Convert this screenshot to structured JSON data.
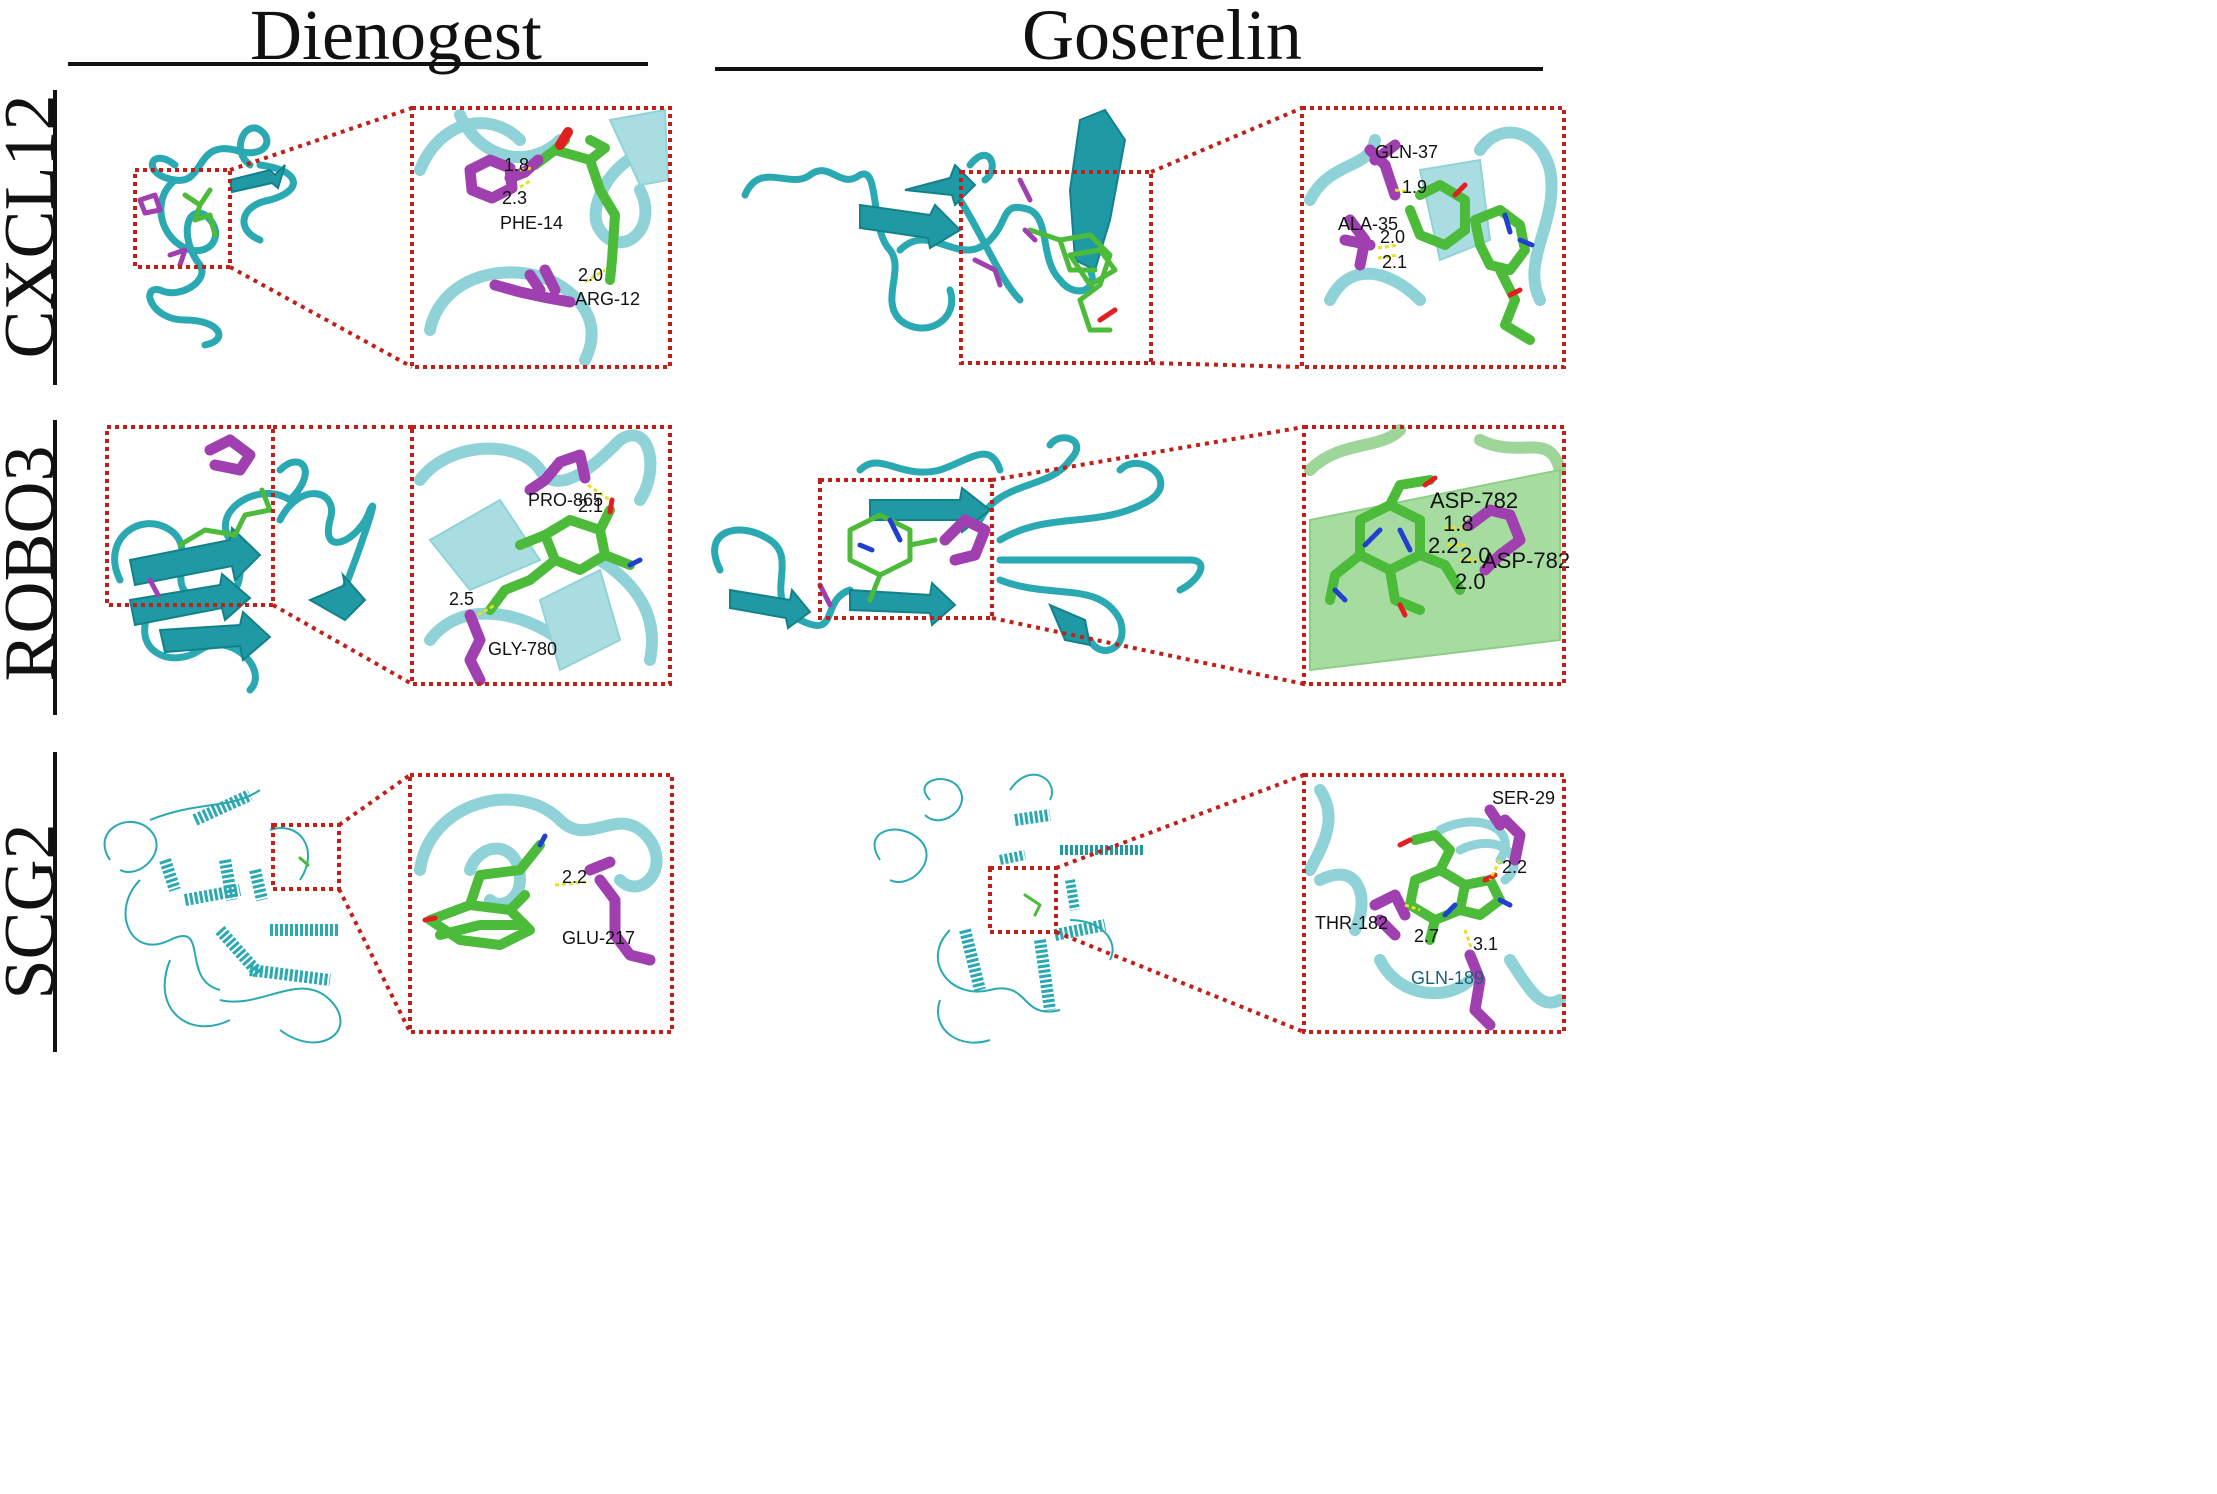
{
  "columns": [
    "Dienogest",
    "Goserelin"
  ],
  "rows": [
    "CXCL12",
    "ROBO3",
    "SCG2"
  ],
  "panels": {
    "cxcl12_dienogest": {
      "distances": [
        "1.8",
        "2.3",
        "2.0"
      ],
      "residues": [
        "PHE-14",
        "ARG-12"
      ]
    },
    "cxcl12_goserelin": {
      "distances": [
        "1.9",
        "2.0",
        "2.1"
      ],
      "residues": [
        "GLN-37",
        "ALA-35"
      ]
    },
    "robo3_dienogest": {
      "distances": [
        "2.1",
        "2.5"
      ],
      "residues": [
        "PRO-865",
        "GLY-780"
      ]
    },
    "robo3_goserelin": {
      "distances": [
        "1.8",
        "2.2",
        "2.0",
        "2.0"
      ],
      "residues": [
        "ASP-782",
        "ASP-782"
      ]
    },
    "scg2_dienogest": {
      "distances": [
        "2.2"
      ],
      "residues": [
        "GLU-217"
      ]
    },
    "scg2_goserelin": {
      "distances": [
        "2.2",
        "2.7",
        "3.1"
      ],
      "residues": [
        "SER-29",
        "THR-182",
        "GLN-189"
      ]
    }
  },
  "colors": {
    "protein": "#2aa9b3",
    "protein_light": "#8fd3d8",
    "ligand": "#4cbb3a",
    "residue": "#a040b0",
    "oxygen": "#e02020",
    "nitrogen": "#2040d0",
    "hbond": "#e8e020",
    "zoom_box": "#c0201a"
  }
}
